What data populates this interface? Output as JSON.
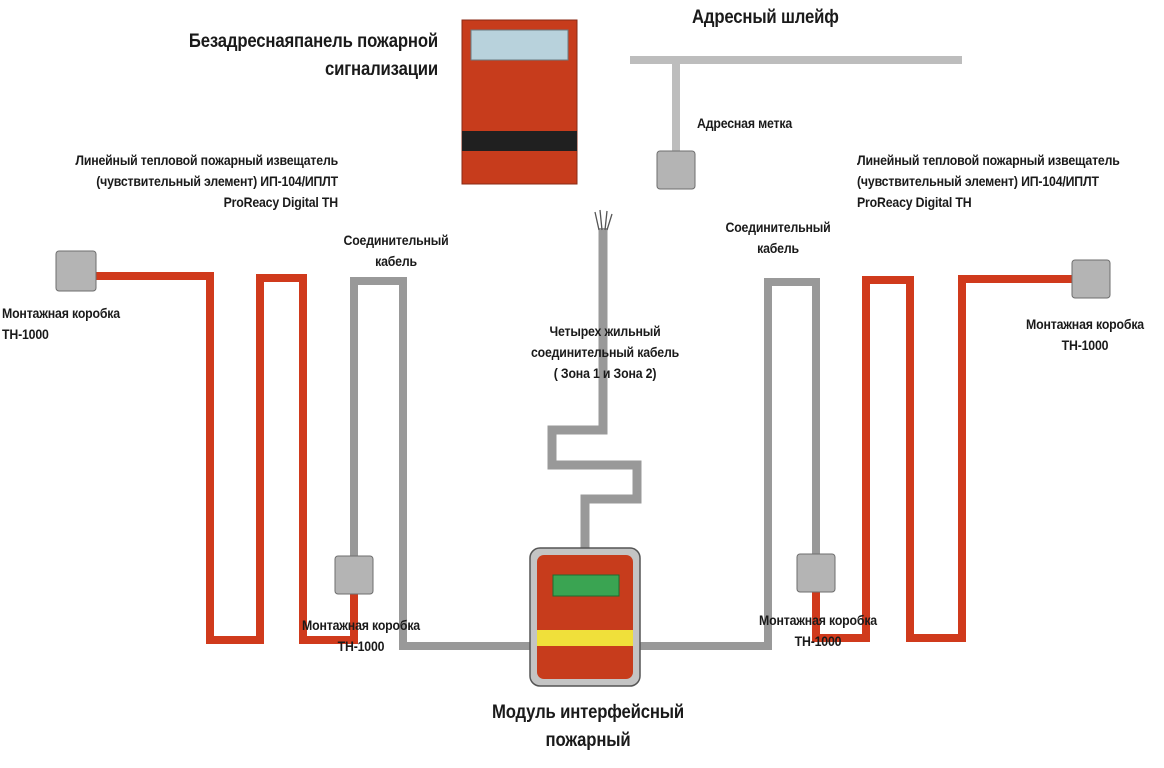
{
  "colors": {
    "panel_body": "#c73c1c",
    "panel_screen": "#b8d2dc",
    "panel_band": "#202020",
    "heat_cable": "#d03a1c",
    "connect_cable": "#999999",
    "address_loop": "#bdbdbd",
    "junction_box": "#b4b4b4",
    "module_body": "#c73c1c",
    "module_frame": "#9a9a9a",
    "module_screen": "#3aa452",
    "module_band": "#f0e03a"
  },
  "labels": {
    "panel_title": "Безадреснаяпанель пожарной сигнализации",
    "address_loop": "Адресный шлейф",
    "address_tag": "Адресная метка",
    "sensor_left": "Линейный тепловой пожарный извещатель (чувствительный элемент) ИП-104/ИПЛТ ProReacy Digital TH",
    "sensor_right": "Линейный тепловой пожарный извещатель (чувствительный элемент) ИП-104/ИПЛТ ProReacy Digital TH",
    "box_left_top": "Монтажная коробка ТН-1000",
    "box_left_bottom": "Монтажная коробка ТН-1000",
    "box_right_top": "Монтажная коробка ТН-1000",
    "box_right_bottom": "Монтажная коробка ТН-1000",
    "cable_left": "Соединительный кабель",
    "cable_right": "Соединительный кабель",
    "four_core_cable": "Четырех жильный соединительный кабель ( Зона 1 и Зона 2)",
    "interface_module": "Модуль интерфейсный пожарный"
  }
}
